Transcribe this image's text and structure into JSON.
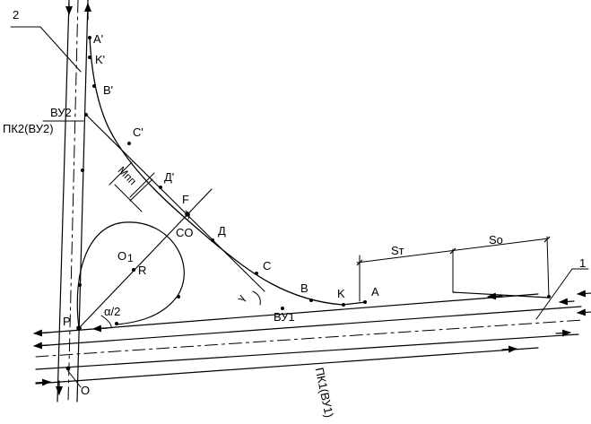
{
  "labels": {
    "ray_label_2": "2",
    "ray_label_1": "1",
    "station_A_prime": "A'",
    "station_K_prime": "K'",
    "station_B_prime": "B'",
    "station_C_prime": "C'",
    "station_D_prime": "Д'",
    "station_F": "F",
    "station_D": "Д",
    "station_CO": "CO",
    "station_C": "C",
    "station_B": "B",
    "station_K": "K",
    "station_A": "A",
    "center_O1": "O",
    "center_O1_sub": "1",
    "radius_R": "R",
    "point_P": "P",
    "point_O": "O",
    "angle_half_alpha": "α/2",
    "angle_gamma": "γ",
    "vu1": "ВУ1",
    "vu2_top": "ВУ2",
    "vu2_bottom": "ПК2(ВУ2)",
    "pk1_vu1": "ПК1(ВУ1)",
    "dim_mpp": "Мпп",
    "dim_st": "Sт",
    "dim_so": "Sо"
  }
}
